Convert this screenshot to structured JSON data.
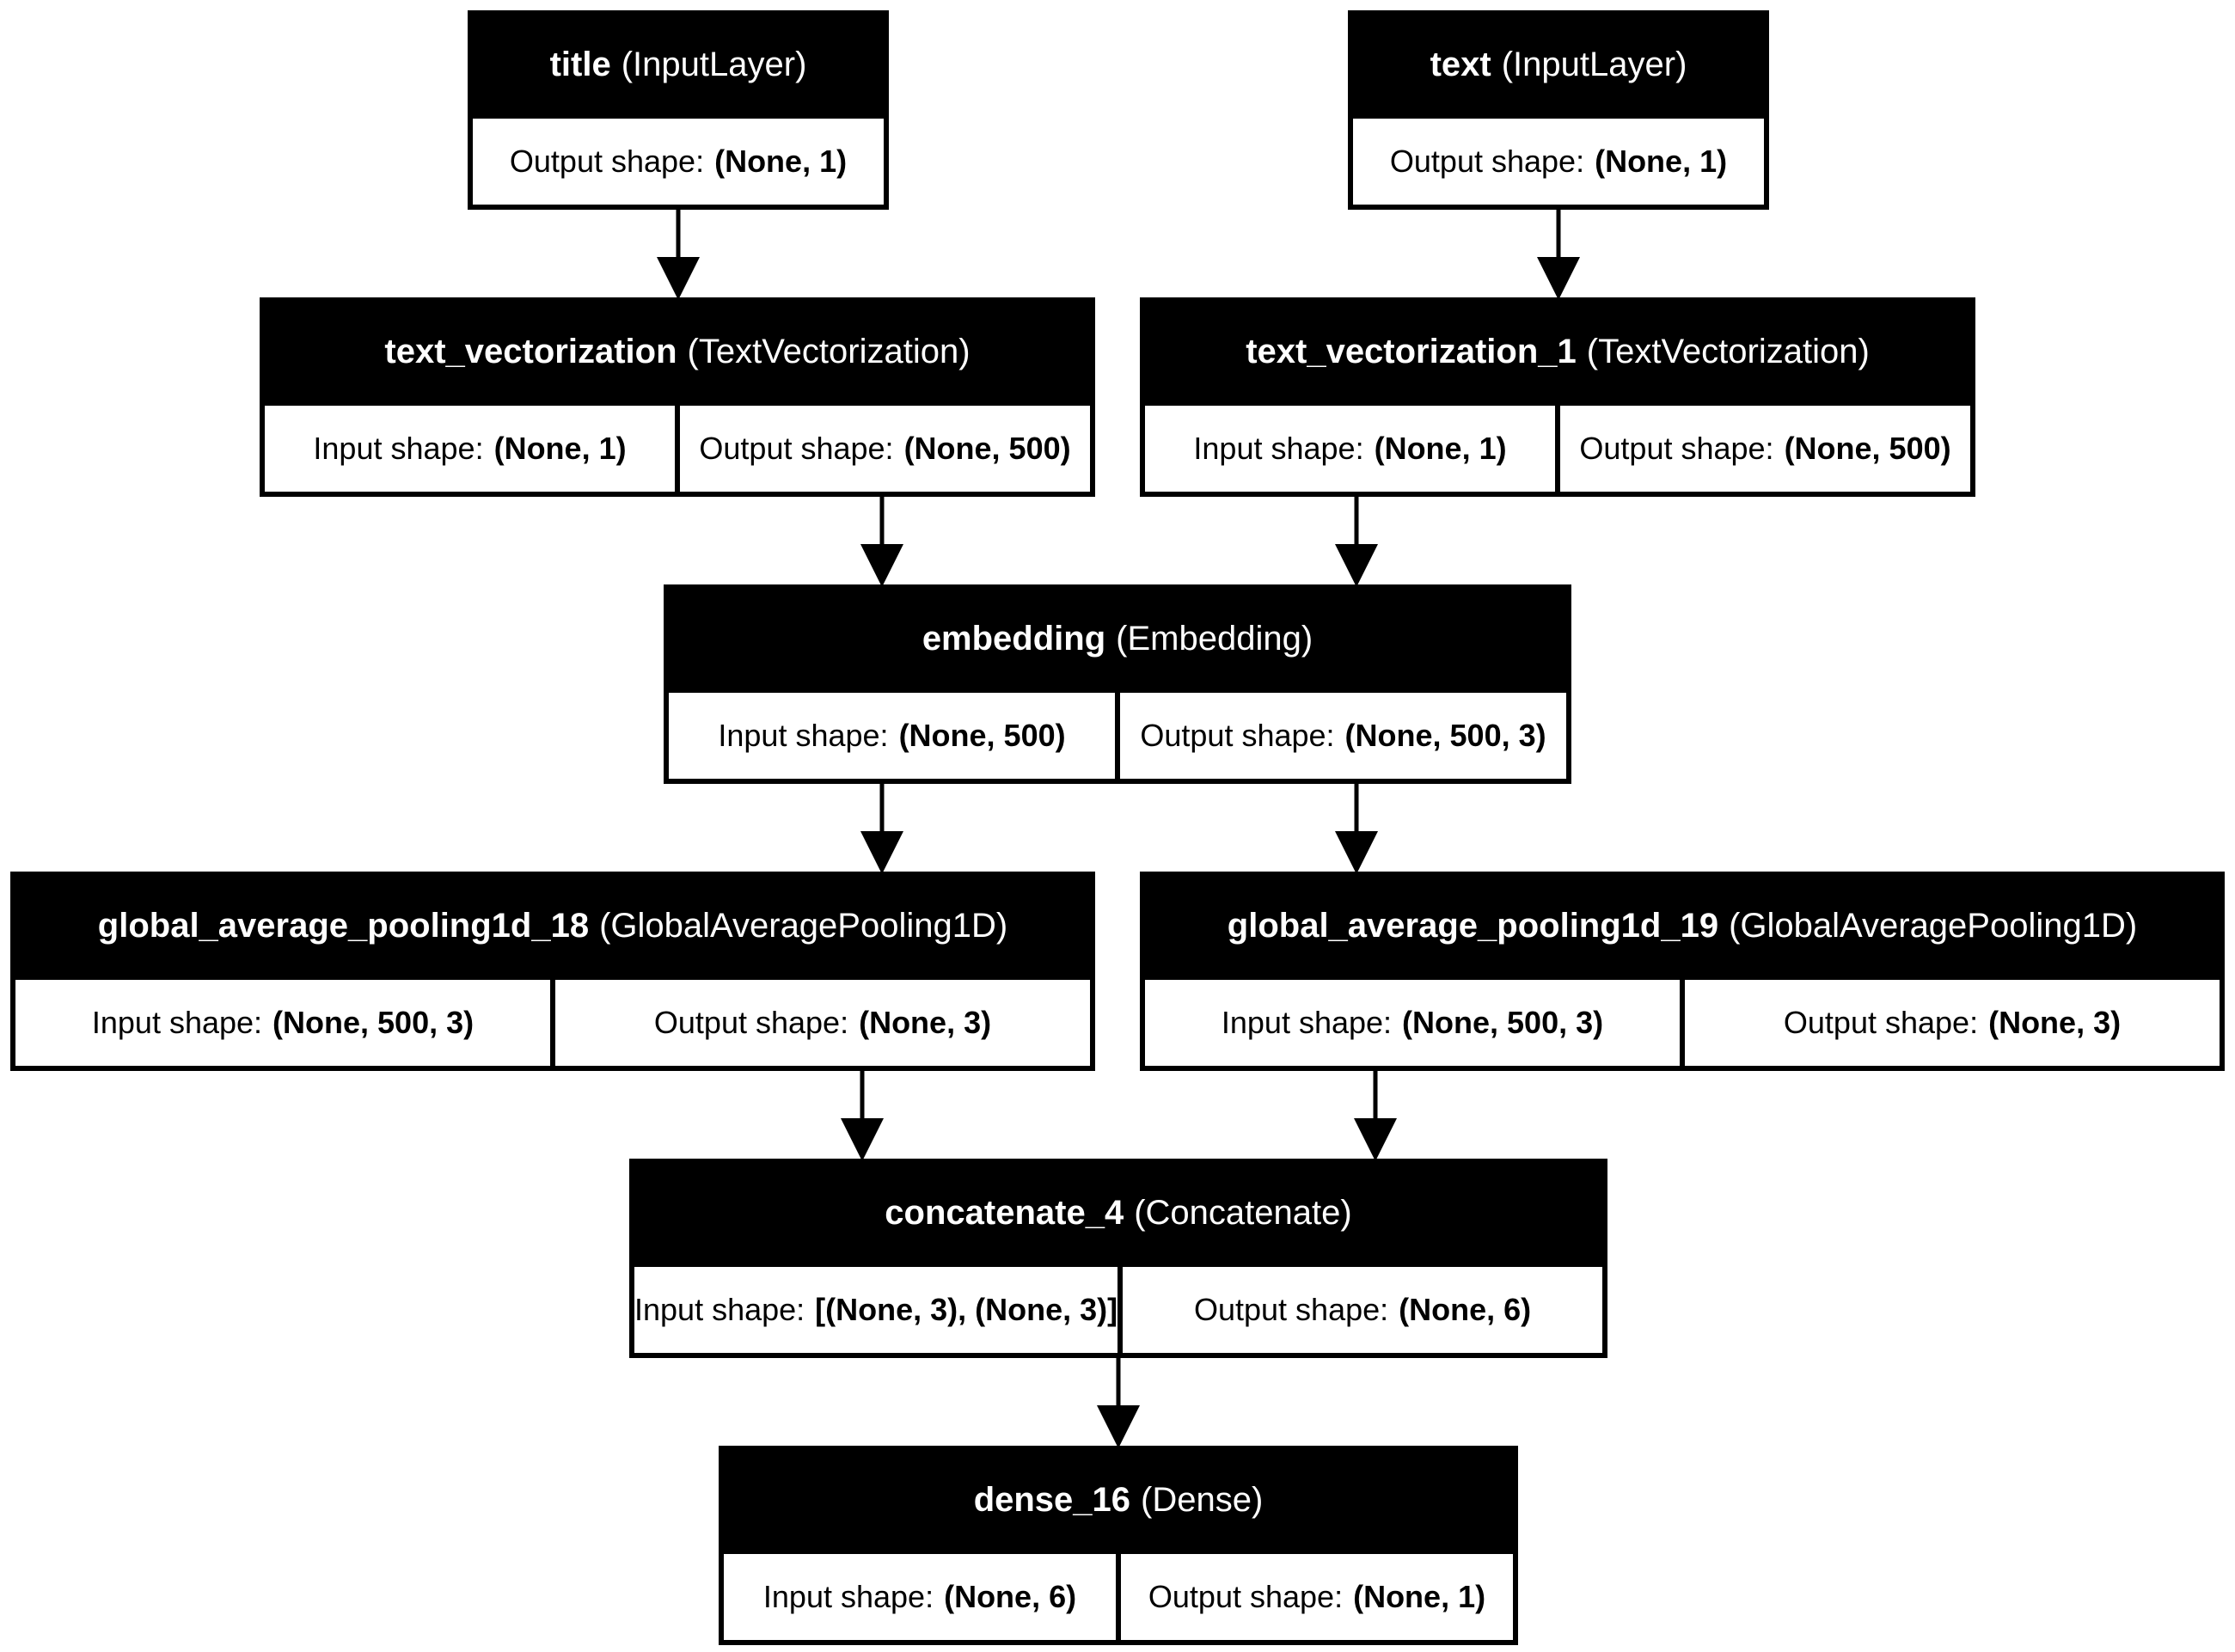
{
  "nodes": [
    {
      "id": "title",
      "name": "title",
      "type": "(InputLayer)",
      "cells": [
        {
          "label": "Output shape:",
          "value": "(None, 1)"
        }
      ]
    },
    {
      "id": "text",
      "name": "text",
      "type": "(InputLayer)",
      "cells": [
        {
          "label": "Output shape:",
          "value": "(None, 1)"
        }
      ]
    },
    {
      "id": "tv",
      "name": "text_vectorization",
      "type": "(TextVectorization)",
      "cells": [
        {
          "label": "Input shape:",
          "value": "(None, 1)"
        },
        {
          "label": "Output shape:",
          "value": "(None, 500)"
        }
      ]
    },
    {
      "id": "tv1",
      "name": "text_vectorization_1",
      "type": "(TextVectorization)",
      "cells": [
        {
          "label": "Input shape:",
          "value": "(None, 1)"
        },
        {
          "label": "Output shape:",
          "value": "(None, 500)"
        }
      ]
    },
    {
      "id": "emb",
      "name": "embedding",
      "type": "(Embedding)",
      "cells": [
        {
          "label": "Input shape:",
          "value": "(None, 500)"
        },
        {
          "label": "Output shape:",
          "value": "(None, 500, 3)"
        }
      ]
    },
    {
      "id": "gap18",
      "name": "global_average_pooling1d_18",
      "type": "(GlobalAveragePooling1D)",
      "cells": [
        {
          "label": "Input shape:",
          "value": "(None, 500, 3)"
        },
        {
          "label": "Output shape:",
          "value": "(None, 3)"
        }
      ]
    },
    {
      "id": "gap19",
      "name": "global_average_pooling1d_19",
      "type": "(GlobalAveragePooling1D)",
      "cells": [
        {
          "label": "Input shape:",
          "value": "(None, 500, 3)"
        },
        {
          "label": "Output shape:",
          "value": "(None, 3)"
        }
      ]
    },
    {
      "id": "concat",
      "name": "concatenate_4",
      "type": "(Concatenate)",
      "cells": [
        {
          "label": "Input shape:",
          "value": "[(None, 3), (None, 3)]"
        },
        {
          "label": "Output shape:",
          "value": "(None, 6)"
        }
      ]
    },
    {
      "id": "dense",
      "name": "dense_16",
      "type": "(Dense)",
      "cells": [
        {
          "label": "Input shape:",
          "value": "(None, 6)"
        },
        {
          "label": "Output shape:",
          "value": "(None, 1)"
        }
      ]
    }
  ],
  "edges": [
    {
      "from": "title",
      "to": "tv"
    },
    {
      "from": "text",
      "to": "tv1"
    },
    {
      "from": "tv",
      "to": "emb"
    },
    {
      "from": "tv1",
      "to": "emb"
    },
    {
      "from": "emb",
      "to": "gap18"
    },
    {
      "from": "emb",
      "to": "gap19"
    },
    {
      "from": "gap18",
      "to": "concat"
    },
    {
      "from": "gap19",
      "to": "concat"
    },
    {
      "from": "concat",
      "to": "dense"
    }
  ]
}
